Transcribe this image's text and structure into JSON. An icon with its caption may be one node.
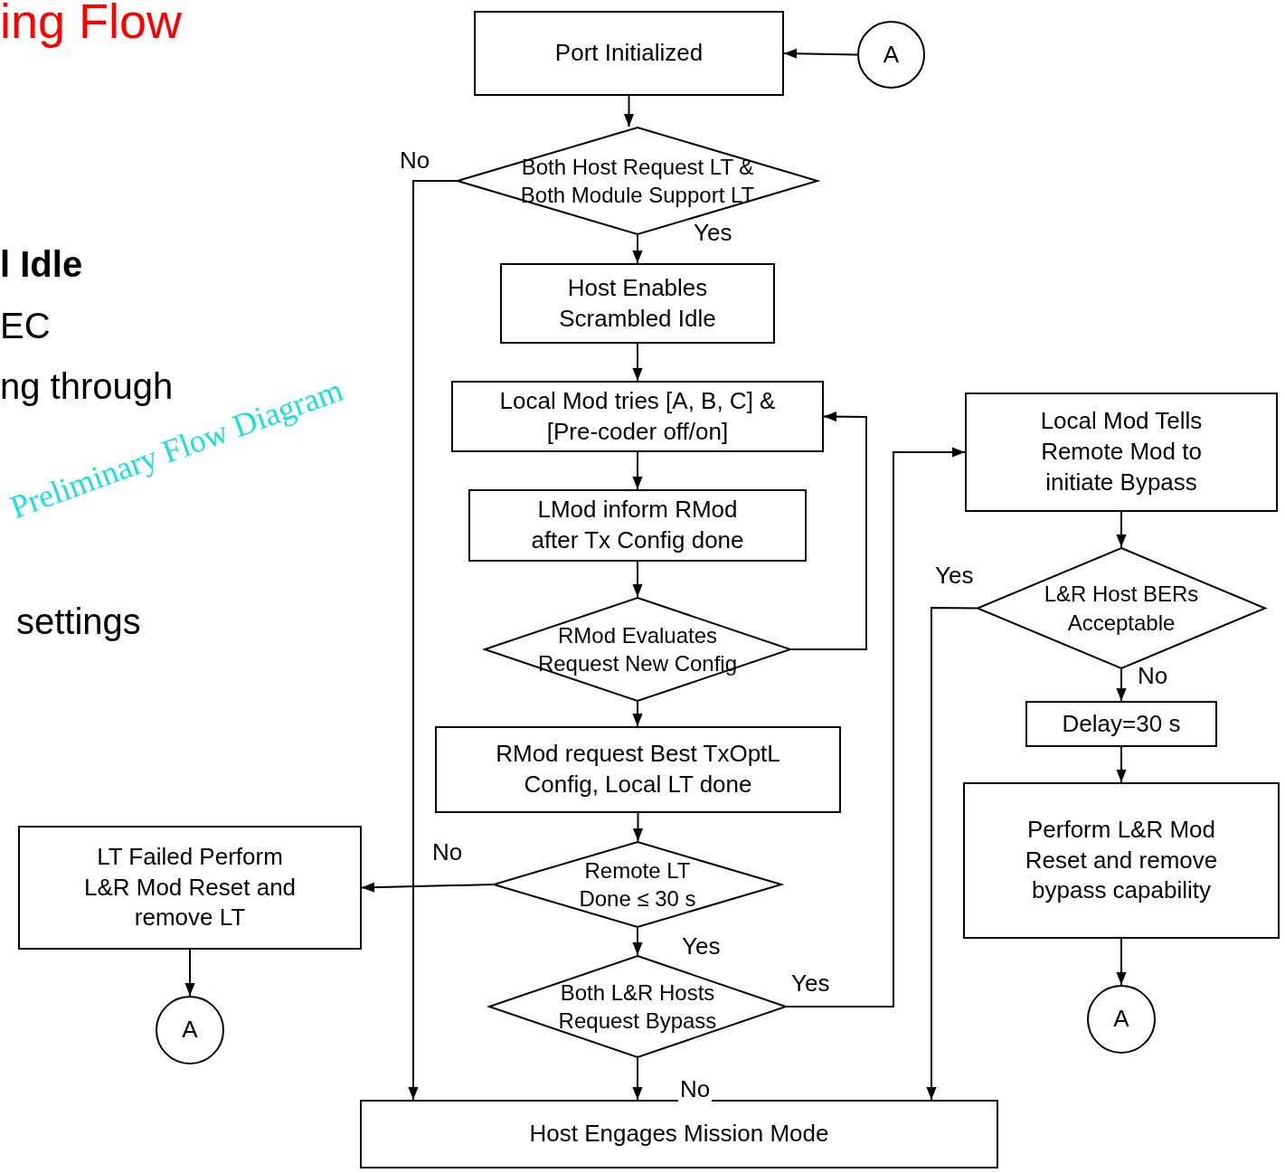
{
  "diagram": {
    "title": "ing Flow",
    "nodes": [
      {
        "text": [
          "Port Initialized"
        ]
      },
      {
        "text": [
          "A"
        ]
      },
      {
        "text": [
          "Both Host Request LT & Both Module Support LT"
        ]
      },
      {
        "text": [
          "Host Enables Scrambled Idle"
        ]
      },
      {
        "text": [
          "Local Mod tries [A, B, C] & [Pre-coder off/on]"
        ]
      },
      {
        "text": [
          "LMod inform RMod after Tx Config done"
        ]
      },
      {
        "text": [
          "RMod Evaluates Request New Config"
        ]
      },
      {
        "text": [
          "RMod request Best TxOptL Config, Local LT done"
        ]
      },
      {
        "text": [
          "Remote LT Done ≤ 30 s"
        ]
      },
      {
        "text": [
          "Both L&R Hosts Request Bypass"
        ]
      },
      {
        "text": [
          "Host Engages Mission Mode"
        ]
      },
      {
        "text": [
          "LT Failed Perform L&R Mod Reset and remove LT"
        ]
      },
      {
        "text": [
          "A"
        ]
      },
      {
        "text": [
          "Local Mod Tells Remote Mod to initiate Bypass"
        ]
      },
      {
        "text": [
          "L&R Host BERs Acceptable"
        ]
      },
      {
        "text": [
          "Delay=30 s"
        ]
      },
      {
        "text": [
          "Perform L&R Mod Reset and remove bypass capability"
        ]
      },
      {
        "text": [
          "A"
        ]
      }
    ],
    "edges": [
      {
        "from": 1,
        "to": 0,
        "arrow": "to"
      },
      {
        "from": 0,
        "to": 2,
        "arrow": "to"
      },
      {
        "from": 2,
        "to": 3,
        "arrow": "to",
        "label": "Yes"
      },
      {
        "from": 2,
        "to": 10,
        "arrow": "to",
        "label": "No"
      },
      {
        "from": 3,
        "to": 4,
        "arrow": "to"
      },
      {
        "from": 4,
        "to": 5,
        "arrow": "to"
      },
      {
        "from": 5,
        "to": 6,
        "arrow": "to"
      },
      {
        "from": 6,
        "to": 4,
        "arrow": "to"
      },
      {
        "from": 6,
        "to": 7,
        "arrow": "to"
      },
      {
        "from": 7,
        "to": 8,
        "arrow": "to"
      },
      {
        "from": 8,
        "to": 11,
        "arrow": "to",
        "label": "No"
      },
      {
        "from": 8,
        "to": 9,
        "arrow": "to",
        "label": "Yes"
      },
      {
        "from": 9,
        "to": 13,
        "arrow": "to",
        "label": "Yes"
      },
      {
        "from": 9,
        "to": 10,
        "arrow": "to",
        "label": "No"
      },
      {
        "from": 11,
        "to": 12,
        "arrow": "to"
      },
      {
        "from": 13,
        "to": 14,
        "arrow": "to"
      },
      {
        "from": 14,
        "to": 10,
        "arrow": "to",
        "label": "Yes"
      },
      {
        "from": 14,
        "to": 15,
        "arrow": "to",
        "label": "No"
      },
      {
        "from": 15,
        "to": 16,
        "arrow": "to"
      },
      {
        "from": 16,
        "to": 17,
        "arrow": "to"
      }
    ],
    "labels": [
      "l Idle",
      "EC",
      "ng through",
      "settings",
      "Preliminary Flow Diagram"
    ]
  }
}
